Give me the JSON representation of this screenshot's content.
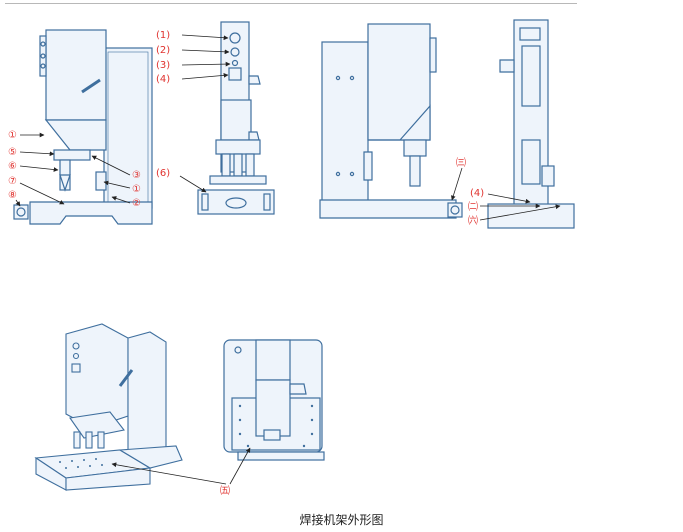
{
  "caption": "焊接机架外形图",
  "colors": {
    "outline": "#3f6f9e",
    "fill": "#eef4fb",
    "label": "#e0332f",
    "arrow": "#222222"
  },
  "view_left": {
    "labels": [
      "①",
      "⑤",
      "⑥",
      "⑦",
      "⑧",
      "③",
      "①",
      "②"
    ]
  },
  "view_front": {
    "labels": [
      "(1)",
      "(2)",
      "(3)",
      "(4)",
      "(6)"
    ]
  },
  "view_right": {
    "labels": [
      "㈢",
      "(4)",
      "㈡",
      "㈥"
    ]
  },
  "view_bottom": {
    "labels": [
      "㈤"
    ]
  }
}
